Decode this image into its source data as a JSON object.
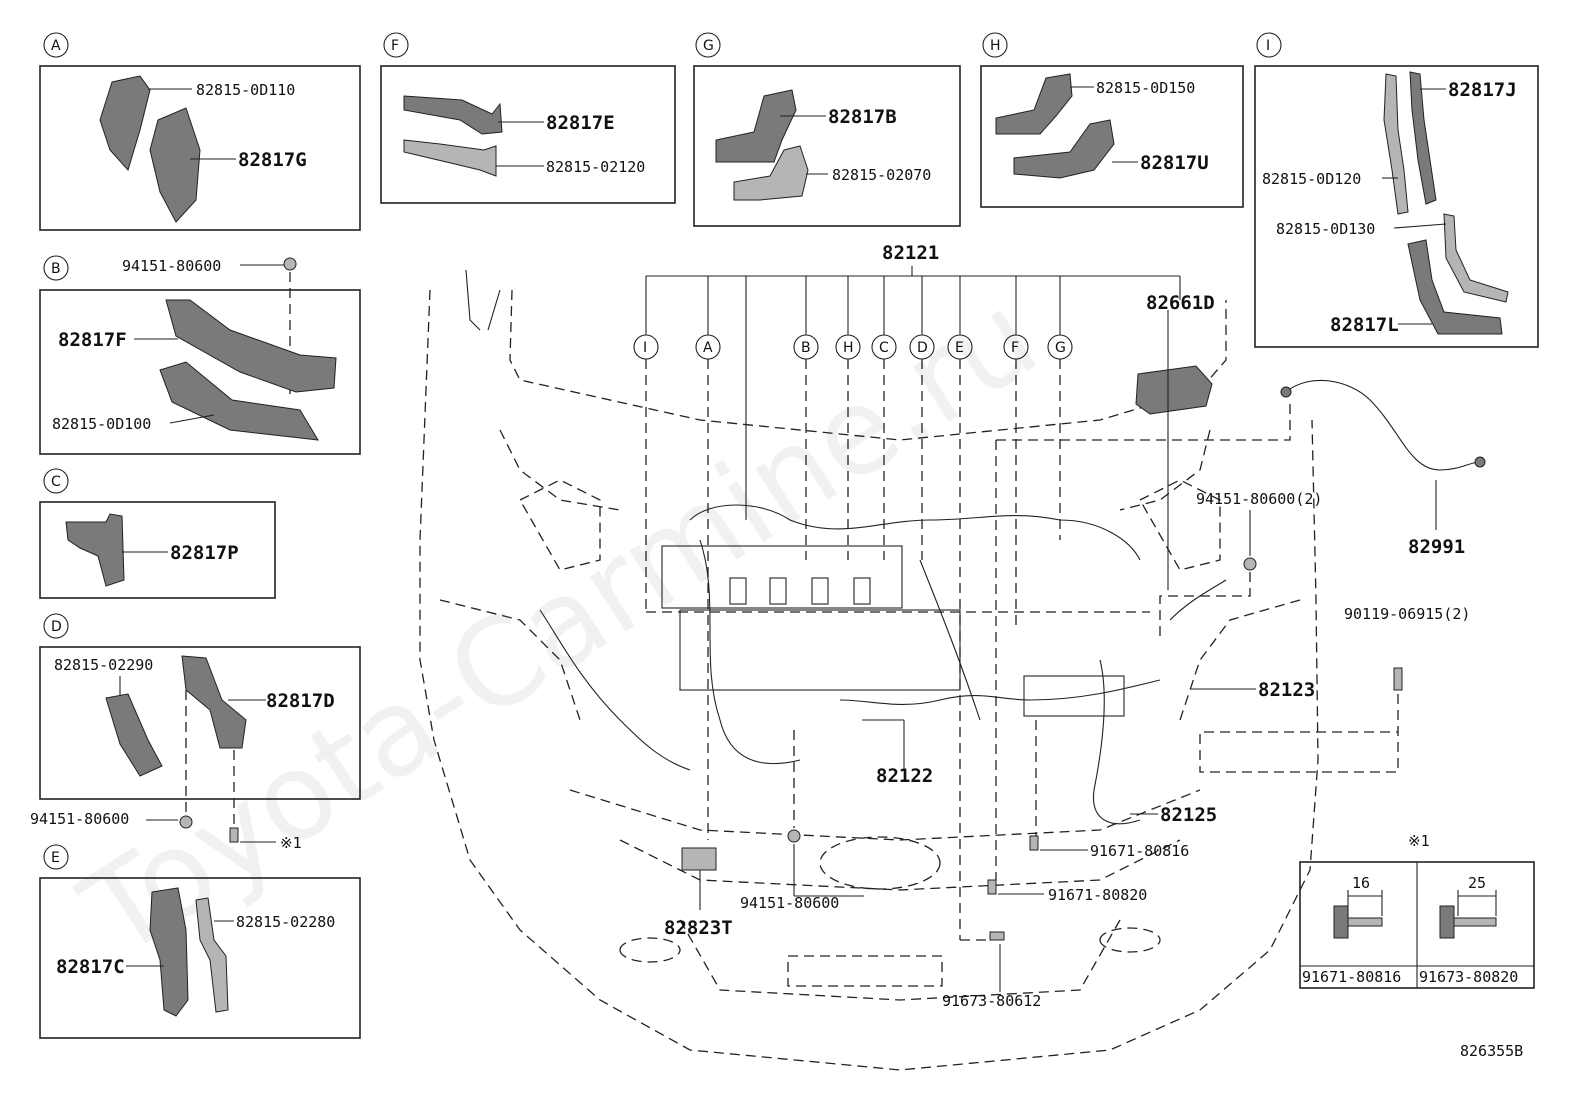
{
  "watermark": "Toyota-Carmine.ru",
  "diagram_id": "826355B",
  "main_harness_label": "82121",
  "groups": [
    {
      "letter": "A",
      "labels": [
        "82815-0D110",
        "82817G"
      ]
    },
    {
      "letter": "B",
      "labels": [
        "94151-80600",
        "82817F",
        "82815-0D100"
      ]
    },
    {
      "letter": "C",
      "labels": [
        "82817P"
      ]
    },
    {
      "letter": "D",
      "labels": [
        "82815-02290",
        "82817D",
        "94151-80600",
        "※1"
      ]
    },
    {
      "letter": "E",
      "labels": [
        "82815-02280",
        "82817C"
      ]
    },
    {
      "letter": "F",
      "labels": [
        "82817E",
        "82815-02120"
      ]
    },
    {
      "letter": "G",
      "labels": [
        "82817B",
        "82815-02070"
      ]
    },
    {
      "letter": "H",
      "labels": [
        "82815-0D150",
        "82817U"
      ]
    },
    {
      "letter": "I",
      "labels": [
        "82817J",
        "82815-0D120",
        "82815-0D130",
        "82817L"
      ]
    }
  ],
  "harness_circles": [
    "I",
    "A",
    "B",
    "H",
    "C",
    "D",
    "E",
    "F",
    "G"
  ],
  "callouts": {
    "c82661d": "82661D",
    "c94151_2": "94151-80600(2)",
    "c82991": "82991",
    "c90119": "90119-06915(2)",
    "c82123": "82123",
    "c82122": "82122",
    "c82125": "82125",
    "c91671_816": "91671-80816",
    "c91671_820": "91671-80820",
    "c94151_b": "94151-80600",
    "c82823t": "82823T",
    "c91673_612": "91673-80612"
  },
  "note1": {
    "mark": "※1",
    "left_dim": "16",
    "right_dim": "25",
    "left_part": "91671-80816",
    "right_part": "91673-80820"
  }
}
